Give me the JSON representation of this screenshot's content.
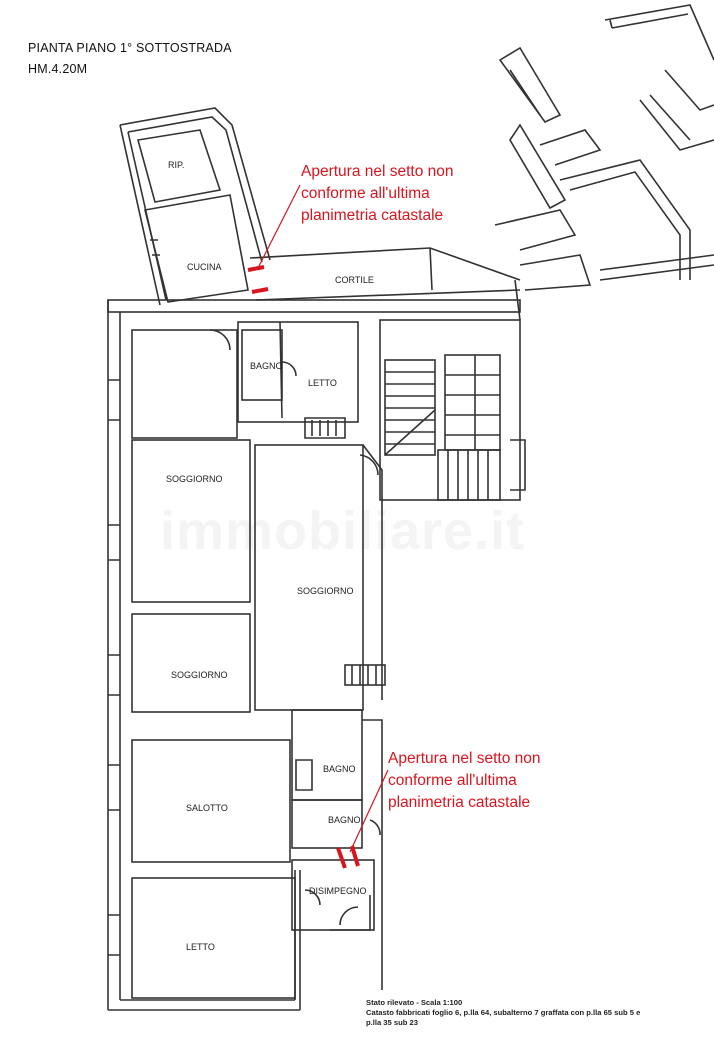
{
  "header": {
    "title_line1": "PIANTA PIANO 1° SOTTOSTRADA",
    "title_line2": "HM.4.20M"
  },
  "rooms": {
    "rip": "RIP.",
    "cucina": "CUCINA",
    "cortile": "CORTILE",
    "bagno_top": "BAGNO",
    "letto_top": "LETTO",
    "soggiorno_1": "SOGGIORNO",
    "soggiorno_central": "SOGGIORNO",
    "soggiorno_2": "SOGGIORNO",
    "bagno_mid": "BAGNO",
    "salotto": "SALOTTO",
    "bagno_lower": "BAGNO",
    "disimpegno": "DISIMPEGNO",
    "letto_bottom": "LETTO"
  },
  "annotations": {
    "top": {
      "line1": "Apertura nel setto non",
      "line2": "conforme all'ultima",
      "line3": "planimetria catastale"
    },
    "bottom": {
      "line1": "Apertura nel setto non",
      "line2": "conforme all'ultima",
      "line3": "planimetria catastale"
    }
  },
  "footer": {
    "line1": "Stato rilevato - Scala 1:100",
    "line2": "Catasto fabbricati foglio 6, p.lla 64, subalterno 7  graffata con p.lla  65 sub 5 e",
    "line3": "p.lla 35 sub 23"
  },
  "watermark": "immobiliare.it",
  "colors": {
    "wall": "#333333",
    "annotation": "#d8151f"
  }
}
